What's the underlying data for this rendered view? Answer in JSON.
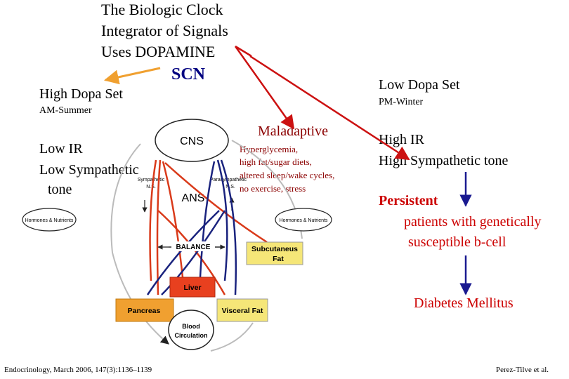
{
  "header": {
    "line1": "The Biologic Clock",
    "line2": "Integrator of Signals",
    "line3": "Uses DOPAMINE",
    "scn": "SCN"
  },
  "left": {
    "set": "High Dopa Set",
    "season": "AM-Summer",
    "ir": "Low  IR",
    "sympathetic": "Low Sympathetic",
    "tone": "tone"
  },
  "right": {
    "set": "Low Dopa Set",
    "season": "PM-Winter",
    "ir": "High IR",
    "sympathetic": "High Sympathetic tone",
    "persistent": "Persistent",
    "patients1": "patients with genetically",
    "patients2": "susceptible b-cell",
    "diabetes": "Diabetes Mellitus"
  },
  "middle": {
    "maladaptive": "Maladaptive",
    "factors": [
      "Hyperglycemia,",
      "high fat/sugar diets,",
      "altered sleep/wake cycles,",
      "no exercise, stress"
    ]
  },
  "figure": {
    "cns": "CNS",
    "ans": "ANS",
    "sympathetic": "Sympathetic",
    "ns_left": "N.S.",
    "parasympathetic": "Parasympathetic",
    "ns_right": "N.S.",
    "hormones_left": "Hormones & Nutrients",
    "hormones_right": "Hormones & Nutrients",
    "balance": "BALANCE",
    "subcutaneous": "Subcutaneus",
    "fat": "Fat",
    "liver": "Liver",
    "pancreas": "Pancreas",
    "visceral": "Visceral Fat",
    "blood": "Blood",
    "circulation": "Circulation"
  },
  "citation": {
    "left": "Endocrinology, March 2006, 147(3):1136–1139",
    "right": "Perez-Tilve et al."
  },
  "colors": {
    "red_text": "#cc0000",
    "blue_text": "#0000cc",
    "dark_red_heading": "#8b0000",
    "orange_arrow": "#f0a030",
    "liver_fill": "#e8401f",
    "pancreas_fill": "#f0a030",
    "fat_fill": "#f5e678",
    "sympathetic_line": "#d93a1a",
    "parasympathetic_line": "#1a237e"
  }
}
